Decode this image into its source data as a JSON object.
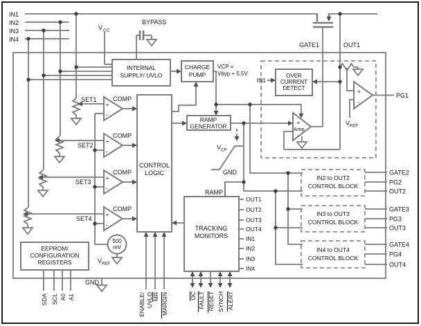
{
  "colors": {
    "wire": "#7a7a7a",
    "arrow": "#4d4d4d",
    "text": "#141414",
    "background": "#ffffff"
  },
  "symbols": {
    "plus": "+",
    "minus": "-"
  },
  "inputs": {
    "in1": "IN1",
    "in2": "IN2",
    "in3": "IN3",
    "in4": "IN4"
  },
  "power": {
    "vcc_main": "V",
    "vcc_sub": "CC",
    "bypass": "BYPASS",
    "gnd_pin": "GND"
  },
  "supply_block": {
    "line1": "INTERNAL",
    "line2": "SUPPLY/ UVLO"
  },
  "charge_pump": {
    "line1": "CHARGE",
    "line2": "PUMP",
    "vcp_note1": "VCP =",
    "vcp_note2": "Vbyp + 5.5V"
  },
  "ramp_generator": {
    "line1": "RAMP",
    "line2": "GENERATOR",
    "wave_vcp_main": "V",
    "wave_vcp_sub": "CP",
    "wave_gnd": "GND"
  },
  "control_logic": {
    "line1": "CONTROL",
    "line2": "LOGIC"
  },
  "comparators": {
    "comp_label": "COMP",
    "set1": "SET1",
    "set2": "SET2",
    "set3": "SET3",
    "set4": "SET4"
  },
  "reference": {
    "val_line1": "500",
    "val_line2": "mV",
    "vref_main": "V",
    "vref_sub": "REF"
  },
  "channel1": {
    "gate_label": "GATE1",
    "out_label": "OUT1",
    "pg_label": "PG1",
    "ocd_line1": "OVER",
    "ocd_line2": "CURRENT",
    "ocd_line3": "DETECT",
    "ocd_in": "IN1",
    "amp_label": "Amp",
    "vref_main": "V",
    "vref_sub": "REF"
  },
  "tracking_monitors": {
    "line1": "TRACKING",
    "line2": "MONITORS",
    "ramp_label": "RAMP",
    "pins": [
      "OUT1",
      "OUT2",
      "OUT3",
      "OUT4",
      "IN1",
      "IN2",
      "IN3",
      "IN4"
    ]
  },
  "control_blocks": [
    {
      "line1": "IN2 to OUT2",
      "line2": "CONTROL BLOCK",
      "gate": "GATE2",
      "pg": "PG2",
      "out": "OUT2"
    },
    {
      "line1": "IN3 to OUT3",
      "line2": "CONTROL BLOCK",
      "gate": "GATE3",
      "pg": "PG3",
      "out": "OUT3"
    },
    {
      "line1": "IN4 to OUT4",
      "line2": "CONTROL BLOCK",
      "gate": "GATE4",
      "pg": "PG4",
      "out": "OUT4"
    }
  ],
  "eeprom": {
    "line1": "EEPROM/",
    "line2": "CONFIGURATION",
    "line3": "REGISTERS",
    "pins": [
      "SDA",
      "SCL",
      "A0",
      "A1"
    ]
  },
  "bottom_controls": {
    "enable_line1": "ENABLE/",
    "enable_line2": "UVLO",
    "mr": "MR",
    "margin": "MARGIN"
  },
  "status_pins": {
    "oc": "OC",
    "fault": "FAULT",
    "reset": "RESET",
    "synch": "SYNCH",
    "alert": "ALERT"
  }
}
